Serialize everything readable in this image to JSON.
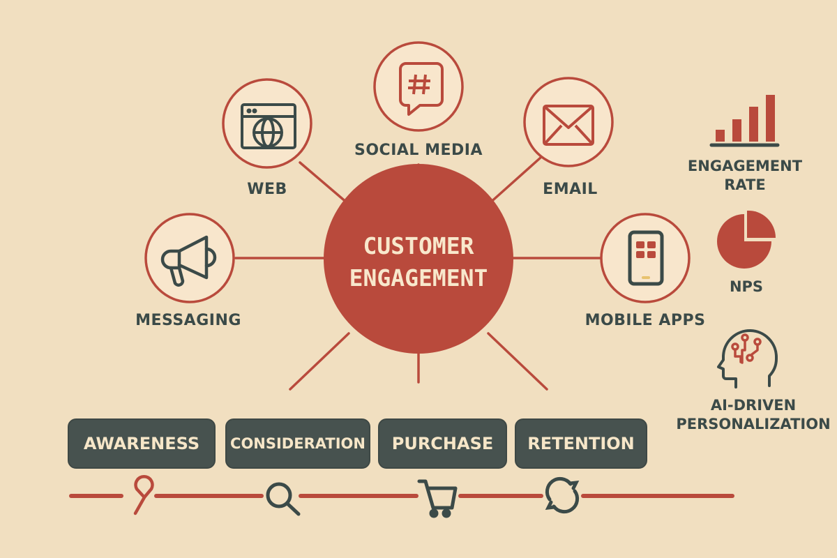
{
  "center": {
    "line1": "CUSTOMER",
    "line2": "ENGAGEMENT"
  },
  "channels": [
    {
      "id": "web",
      "label": "WEB",
      "icon": "browser-globe-icon"
    },
    {
      "id": "social",
      "label": "SOCIAL MEDIA",
      "icon": "hashtag-chat-icon"
    },
    {
      "id": "email",
      "label": "EMAIL",
      "icon": "envelope-icon"
    },
    {
      "id": "messaging",
      "label": "MESSAGING",
      "icon": "megaphone-icon"
    },
    {
      "id": "mobile",
      "label": "MOBILE APPS",
      "icon": "smartphone-icon"
    }
  ],
  "stages": [
    {
      "label": "AWARENESS",
      "icon": "map-pin-icon"
    },
    {
      "label": "CONSIDERATION",
      "icon": "magnifier-icon"
    },
    {
      "label": "PURCHASE",
      "icon": "shopping-cart-icon"
    },
    {
      "label": "RETENTION",
      "icon": "refresh-cycle-icon"
    }
  ],
  "metrics": [
    {
      "line1": "ENGAGEMENT",
      "line2": "RATE",
      "icon": "bar-chart-icon"
    },
    {
      "line1": "NPS",
      "icon": "pie-chart-icon"
    },
    {
      "line1": "AI-DRIVEN",
      "line2": "PERSONALIZATION",
      "icon": "ai-head-circuit-icon"
    }
  ],
  "colors": {
    "background": "#f1dfc0",
    "accent_red": "#b94a3c",
    "dark_slate": "#3b4a48",
    "icon_fill": "#f8e6cc",
    "stage_bg": "#47524f"
  }
}
